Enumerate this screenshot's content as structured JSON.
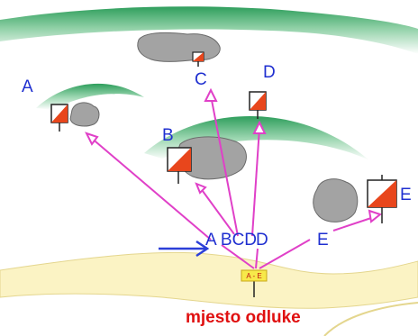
{
  "diagram": {
    "labels": {
      "control_a": "A",
      "control_b": "B",
      "control_c": "C",
      "control_d": "D",
      "control_e": "E",
      "route_label": "A BCD",
      "route_d": "D",
      "route_e": "E"
    },
    "decision_sign": "A - E",
    "decision_point": "mjesto odluke",
    "colors": {
      "hill": "#2e9e5c",
      "path": "#fbf3c4",
      "path_edge": "#e4d68e",
      "rock": "#9a9a9a",
      "route": "#e040c8",
      "arrow": "#2b3fd8",
      "label": "#1f2fd0",
      "flag_red": "#e8461c",
      "decision_text": "#e01010"
    }
  }
}
